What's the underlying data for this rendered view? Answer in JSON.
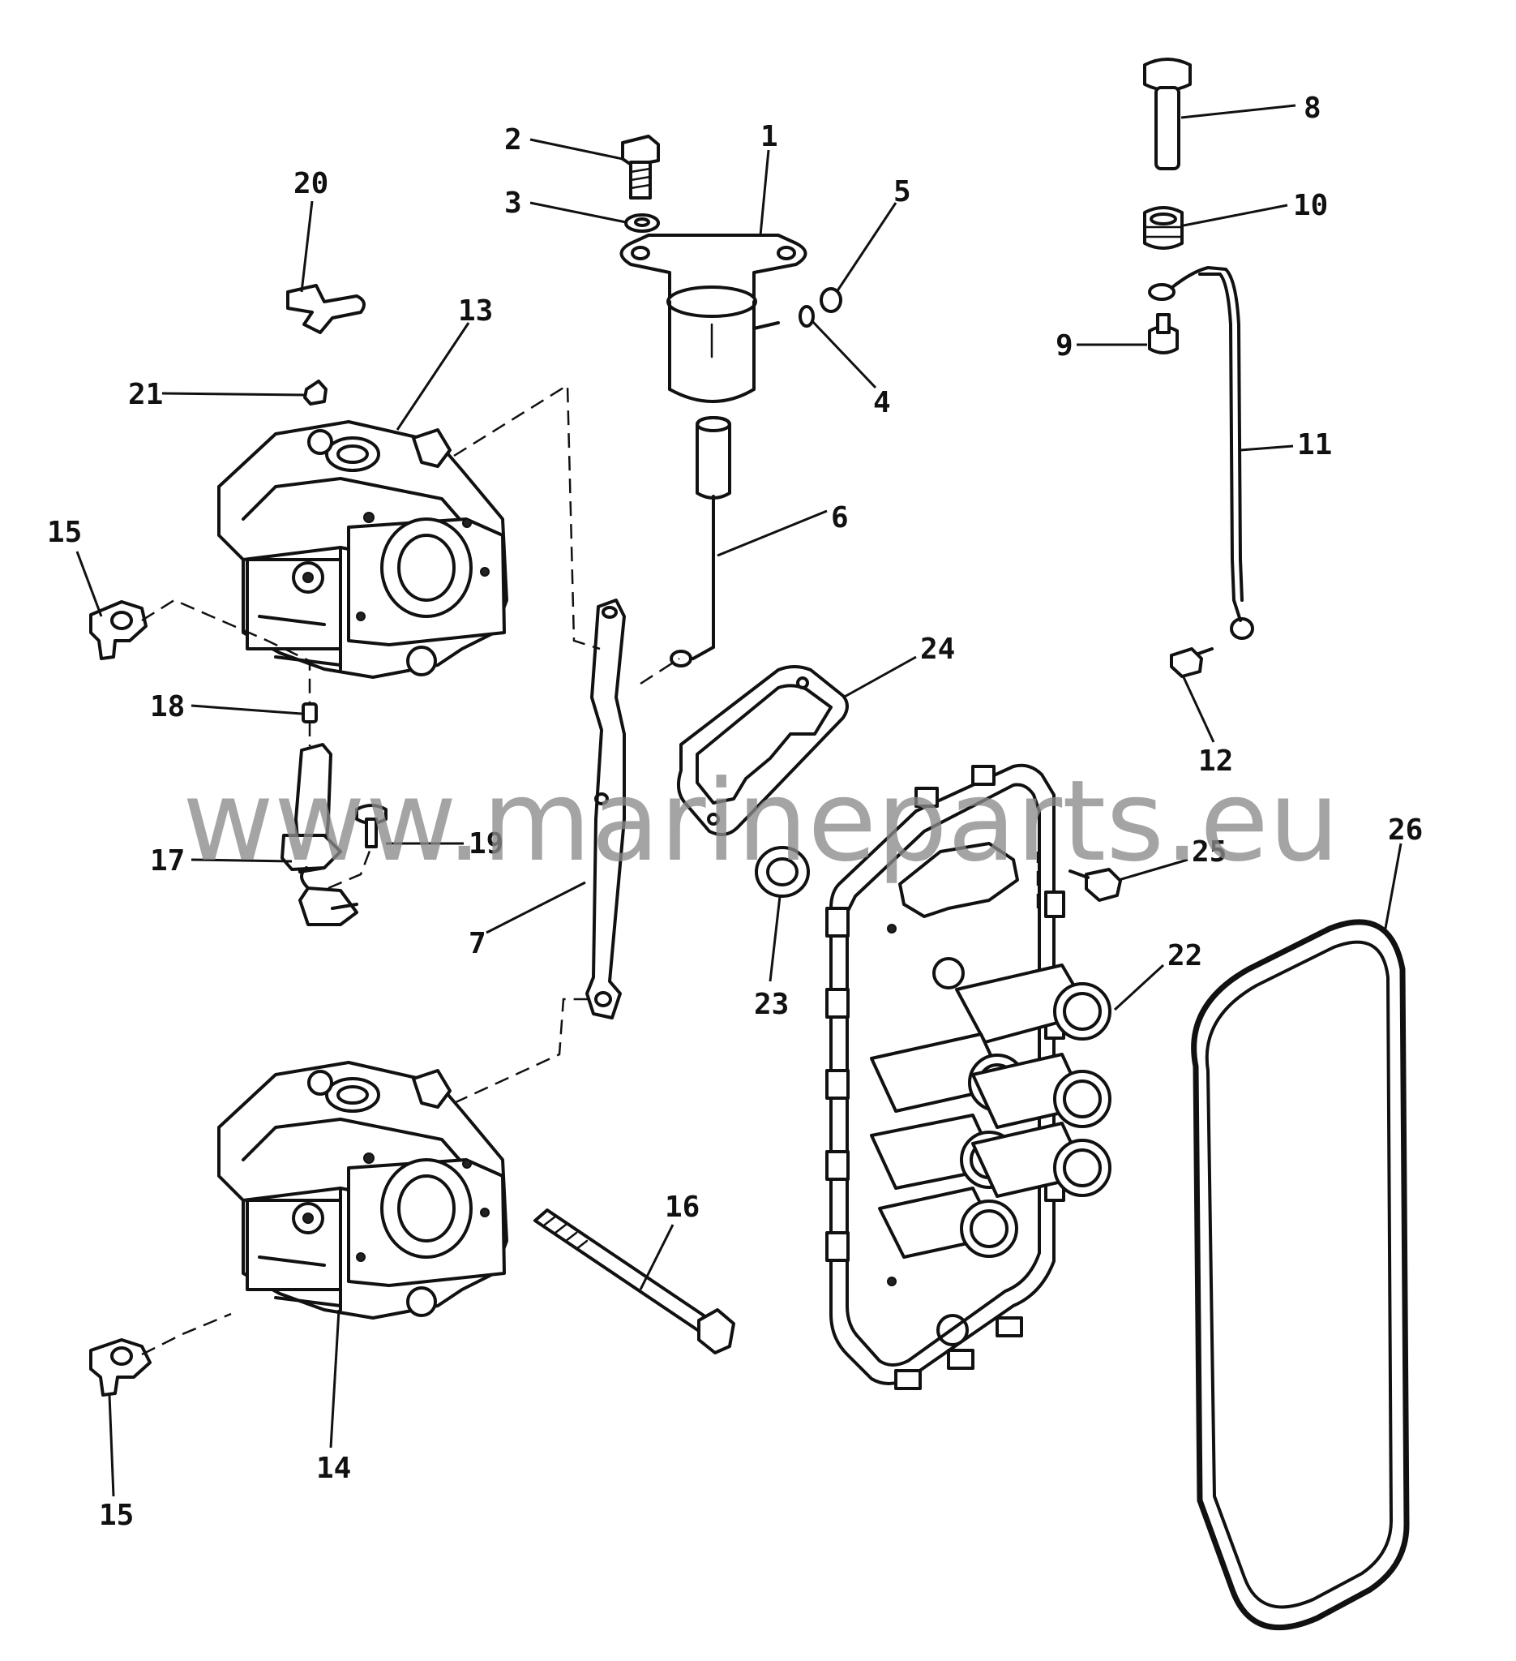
{
  "watermark": "www.marineparts.eu",
  "callouts": [
    {
      "id": "1",
      "label": "1"
    },
    {
      "id": "2",
      "label": "2"
    },
    {
      "id": "3",
      "label": "3"
    },
    {
      "id": "4",
      "label": "4"
    },
    {
      "id": "5",
      "label": "5"
    },
    {
      "id": "6",
      "label": "6"
    },
    {
      "id": "7",
      "label": "7"
    },
    {
      "id": "8",
      "label": "8"
    },
    {
      "id": "9",
      "label": "9"
    },
    {
      "id": "10",
      "label": "10"
    },
    {
      "id": "11",
      "label": "11"
    },
    {
      "id": "12",
      "label": "12"
    },
    {
      "id": "13",
      "label": "13"
    },
    {
      "id": "14",
      "label": "14"
    },
    {
      "id": "15a",
      "label": "15"
    },
    {
      "id": "15b",
      "label": "15"
    },
    {
      "id": "16",
      "label": "16"
    },
    {
      "id": "17",
      "label": "17"
    },
    {
      "id": "18",
      "label": "18"
    },
    {
      "id": "19",
      "label": "19"
    },
    {
      "id": "20",
      "label": "20"
    },
    {
      "id": "21",
      "label": "21"
    },
    {
      "id": "22",
      "label": "22"
    },
    {
      "id": "23",
      "label": "23"
    },
    {
      "id": "24",
      "label": "24"
    },
    {
      "id": "25",
      "label": "25"
    },
    {
      "id": "26",
      "label": "26"
    }
  ]
}
